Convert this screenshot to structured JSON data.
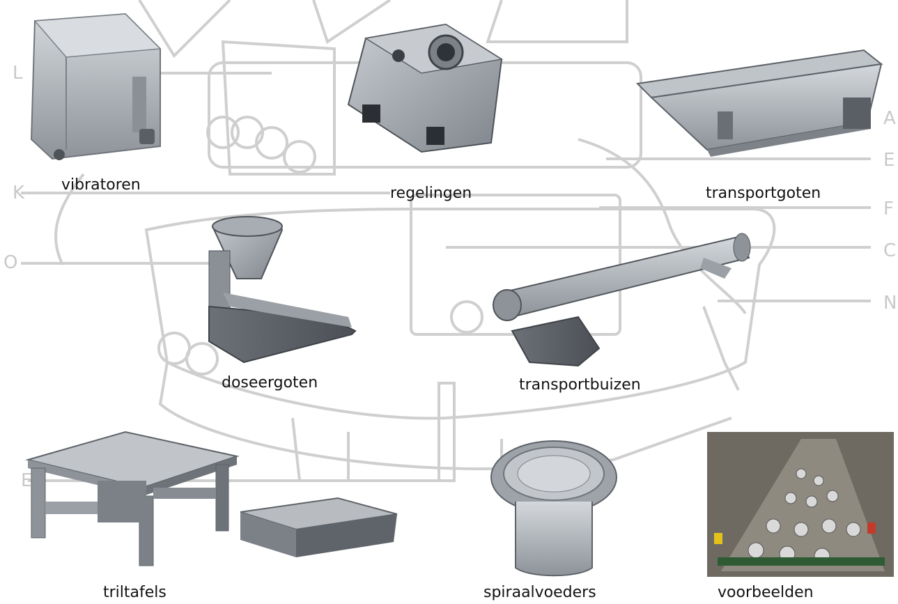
{
  "categories": [
    {
      "id": "vibratoren",
      "label": "vibratoren"
    },
    {
      "id": "regelingen",
      "label": "regelingen"
    },
    {
      "id": "transportgoten",
      "label": "transportgoten"
    },
    {
      "id": "doseergoten",
      "label": "doseergoten"
    },
    {
      "id": "transportbuizen",
      "label": "transportbuizen"
    },
    {
      "id": "triltafels",
      "label": "triltafels"
    },
    {
      "id": "spiraalvoeders",
      "label": "spiraalvoeders"
    },
    {
      "id": "voorbeelden",
      "label": "voorbeelden"
    }
  ],
  "callout_letters": {
    "L": "L",
    "K": "K",
    "O": "O",
    "E": "E",
    "A": "A",
    "B": "E",
    "F": "F",
    "C": "C",
    "N": "N"
  },
  "colors": {
    "sketch": "#c9c9c9",
    "metal_light": "#b9bec5",
    "metal_mid": "#8f959c",
    "metal_dark": "#5e6369",
    "photo_bg": "#6d6a63"
  }
}
